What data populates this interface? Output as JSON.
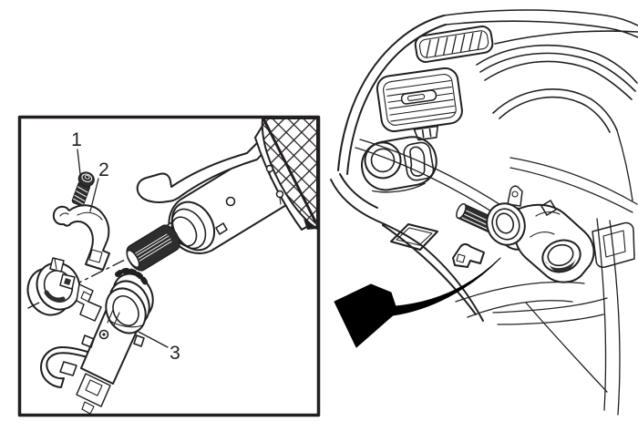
{
  "figure": {
    "background": "#ffffff",
    "line_color": "#231f20",
    "arrow_color": "#000000",
    "callouts": [
      {
        "number": "1"
      },
      {
        "number": "2"
      },
      {
        "number": "3"
      }
    ]
  }
}
